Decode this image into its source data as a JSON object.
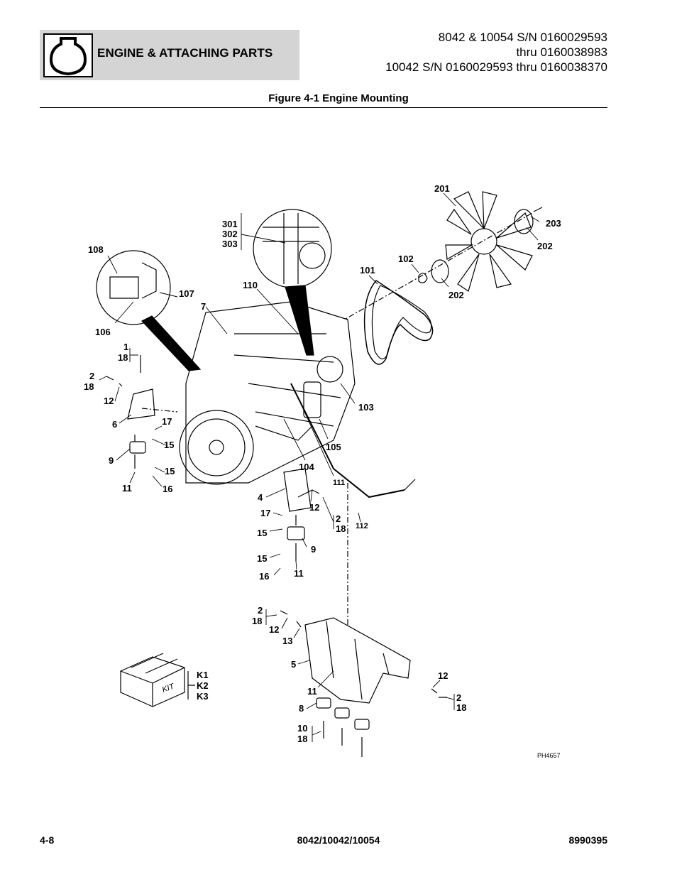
{
  "header": {
    "section_title": "ENGINE & ATTACHING PARTS",
    "serial_lines": [
      "8042 & 10054 S/N 0160029593",
      "thru 0160038983",
      "10042 S/N 0160029593 thru 0160038370"
    ],
    "icon": "engine-section-icon"
  },
  "figure": {
    "title": "Figure 4-1 Engine Mounting",
    "drawing_number": "PH4657",
    "kit_box_text": "KIT"
  },
  "callouts": {
    "c201": "201",
    "c203": "203",
    "c202a": "202",
    "c202b": "202",
    "c102": "102",
    "c101": "101",
    "c301": "301",
    "c302": "302",
    "c303": "303",
    "c108": "108",
    "c107": "107",
    "c106": "106",
    "c110": "110",
    "c7": "7",
    "c1": "1",
    "c18a": "18",
    "c2a": "2",
    "c18b": "18",
    "c12a": "12",
    "c6": "6",
    "c17a": "17",
    "c15a": "15",
    "c9a": "9",
    "c15b": "15",
    "c11a": "11",
    "c16a": "16",
    "c103": "103",
    "c105": "105",
    "c104": "104",
    "c111": "111",
    "c4": "4",
    "c12b": "12",
    "c2b": "2",
    "c18c": "18",
    "c112": "112",
    "c17b": "17",
    "c15c": "15",
    "c9b": "9",
    "c15d": "15",
    "c16b": "16",
    "c11b": "11",
    "c2c": "2",
    "c18d": "18",
    "c12c": "12",
    "c13": "13",
    "c5": "5",
    "c11c": "11",
    "c8": "8",
    "c10": "10",
    "c18e": "18",
    "c12d": "12",
    "c2d": "2",
    "c18f": "18",
    "k1": "K1",
    "k2": "K2",
    "k3": "K3"
  },
  "footer": {
    "page_number": "4-8",
    "models": "8042/10042/10054",
    "doc_number": "8990395"
  }
}
